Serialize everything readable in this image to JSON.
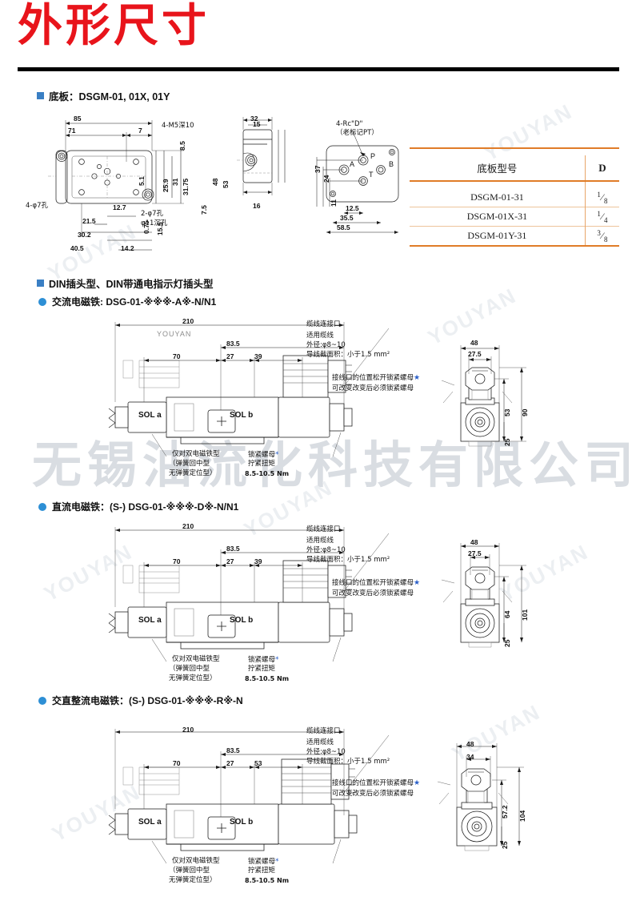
{
  "page": {
    "title": "外形尺寸",
    "watermark_company": "无锡油流化科技有限公司",
    "watermark_brand": "YOUYAN"
  },
  "sections": [
    {
      "id": "baseplate",
      "header": "底板：DSGM-01, 01X, 01Y",
      "table": {
        "headers": [
          "底板型号",
          "D"
        ],
        "rows": [
          {
            "model": "DSGM-01-31",
            "d_num": "1",
            "d_den": "8"
          },
          {
            "model": "DSGM-01X-31",
            "d_num": "1",
            "d_den": "4"
          },
          {
            "model": "DSGM-01Y-31",
            "d_num": "3",
            "d_den": "8"
          }
        ]
      },
      "plan_view": {
        "dims": [
          "85",
          "71",
          "7",
          "8.5",
          "5.1",
          "25.9",
          "31",
          "31.75",
          "0.75",
          "15.5",
          "12.7",
          "21.5",
          "30.2",
          "40.5",
          "14.2",
          "7.5"
        ],
        "notes": [
          "4-M5深10",
          "4-φ7孔",
          "2-φ7孔",
          "φ11沉孔"
        ]
      },
      "side_view": {
        "dims": [
          "32",
          "15",
          "16",
          "48",
          "53"
        ]
      },
      "bottom_view": {
        "dims": [
          "37",
          "24",
          "11",
          "12.5",
          "35.5",
          "58.5"
        ],
        "ports": [
          "P",
          "A",
          "T",
          "B"
        ],
        "notes": [
          "4-Rc\"D\"",
          "（老标记PT）"
        ]
      }
    },
    {
      "id": "din-plug",
      "header": "DIN插头型、DIN带通电指示灯插头型"
    },
    {
      "id": "ac-solenoid",
      "header": "交流电磁铁:  DSG-01-※※※-A※-N/N1",
      "top_dims": [
        "210",
        "83.5",
        "70",
        "27",
        "39"
      ],
      "brand_label": "YOUYAN",
      "sol_labels": [
        "SOL a",
        "SOL b"
      ],
      "cable_note": {
        "title": "缆线连接口",
        "lines": [
          "适用缆线",
          "外径:φ8~10",
          "导线截面积：小于1.5 mm²"
        ]
      },
      "terminal_note": {
        "line1": "接线口的位置松开锁紧螺母",
        "line2": "可改变改变后必须锁紧螺母"
      },
      "spring_note": [
        "仅对双电磁铁型",
        "（弹簧回中型",
        "无弹簧定位型）"
      ],
      "torque_note": {
        "l1": "锁紧螺母",
        "l2": "拧紧扭矩",
        "l3": "8.5-10.5 Nm"
      },
      "end_view_dims": [
        "48",
        "27.5",
        "53",
        "90",
        "25"
      ]
    },
    {
      "id": "dc-solenoid",
      "header": "直流电磁铁：(S-) DSG-01-※※※-D※-N/N1",
      "top_dims": [
        "210",
        "83.5",
        "70",
        "27",
        "39"
      ],
      "sol_labels": [
        "SOL a",
        "SOL b"
      ],
      "cable_note": {
        "title": "缆线连接口",
        "lines": [
          "适用缆线",
          "外径:φ8~10",
          "导线截面积：小于1.5 mm²"
        ]
      },
      "terminal_note": {
        "line1": "接线口的位置松开锁紧螺母",
        "line2": "可改变改变后必须锁紧螺母"
      },
      "spring_note": [
        "仅对双电磁铁型",
        "（弹簧回中型",
        "无弹簧定位型）"
      ],
      "torque_note": {
        "l1": "锁紧螺母",
        "l2": "拧紧扭矩",
        "l3": "8.5-10.5 Nm"
      },
      "end_view_dims": [
        "48",
        "27.5",
        "64",
        "101",
        "25"
      ]
    },
    {
      "id": "ac-rectified-solenoid",
      "header": "交直整流电磁铁：(S-) DSG-01-※※※-R※-N",
      "top_dims": [
        "210",
        "83.5",
        "70",
        "27",
        "53"
      ],
      "sol_labels": [
        "SOL a",
        "SOL b"
      ],
      "cable_note": {
        "title": "缆线连接口",
        "lines": [
          "适用缆线",
          "外径:φ8~10",
          "导线截面积：小于1.5 mm²"
        ]
      },
      "terminal_note": {
        "line1": "接线口的位置松开锁紧螺母",
        "line2": "可改变改变后必须锁紧螺母"
      },
      "spring_note": [
        "仅对双电磁铁型",
        "（弹簧回中型",
        "无弹簧定位型）"
      ],
      "torque_note": {
        "l1": "锁紧螺母",
        "l2": "拧紧扭矩",
        "l3": "8.5-10.5 Nm"
      },
      "end_view_dims": [
        "48",
        "34",
        "57.2",
        "104",
        "25"
      ]
    }
  ],
  "colors": {
    "title_red": "#e8141b",
    "rule_black": "#000000",
    "table_orange": "#e07c28",
    "marker_blue": "#2d8fd5",
    "square_blue": "#3a7fc4",
    "star_blue": "#2a5fc9",
    "watermark_gray": "#d9dde2"
  }
}
